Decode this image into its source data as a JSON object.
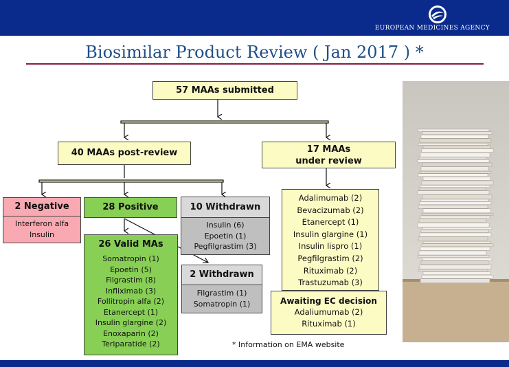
{
  "header": {
    "agency": "EUROPEAN MEDICINES AGENCY",
    "logo_icon": "ema-logo-icon"
  },
  "title": "Biosimilar Product Review ( Jan 2017 ) *",
  "nodes": {
    "submitted": "57 MAAs submitted",
    "post_review": "40 MAAs post-review",
    "under_review_line1": "17 MAAs",
    "under_review_line2": "under review",
    "negative": {
      "title": "2 Negative",
      "items": [
        "Interferon alfa",
        "Insulin"
      ]
    },
    "positive": {
      "title": "28 Positive"
    },
    "valid": {
      "title": "26 Valid MAs",
      "items": [
        "Somatropin (1)",
        "Epoetin (5)",
        "Filgrastim (8)",
        "Infliximab (3)",
        "Follitropin alfa (2)",
        "Etanercept (1)",
        "Insulin glargine (2)",
        "Enoxaparin (2)",
        "Teriparatide (2)"
      ]
    },
    "withdrawn10": {
      "title": "10 Withdrawn",
      "items": [
        "Insulin (6)",
        "Epoetin (1)",
        "Pegfilgrastim (3)"
      ]
    },
    "withdrawn2": {
      "title": "2 Withdrawn",
      "items": [
        "Filgrastim (1)",
        "Somatropin (1)"
      ]
    },
    "under_review_list": [
      "Adalimumab (2)",
      "Bevacizumab (2)",
      "Etanercept (1)",
      "Insulin glargine (1)",
      "Insulin lispro (1)",
      "Pegfilgrastim (2)",
      "Rituximab (2)",
      "Trastuzumab (3)"
    ],
    "awaiting": {
      "title": "Awaiting EC decision",
      "items": [
        "Adaliumumab (2)",
        "Rituximab (1)"
      ]
    }
  },
  "footnote": "* Information on EMA website",
  "colors": {
    "header_bar": "#0a2a8c",
    "title": "#1f4f88",
    "rule": "#8b1a3a",
    "yellow": "#fdfbc4",
    "pink": "#f8a9b2",
    "green": "#88cf55",
    "grey": "#bfbfbf"
  }
}
